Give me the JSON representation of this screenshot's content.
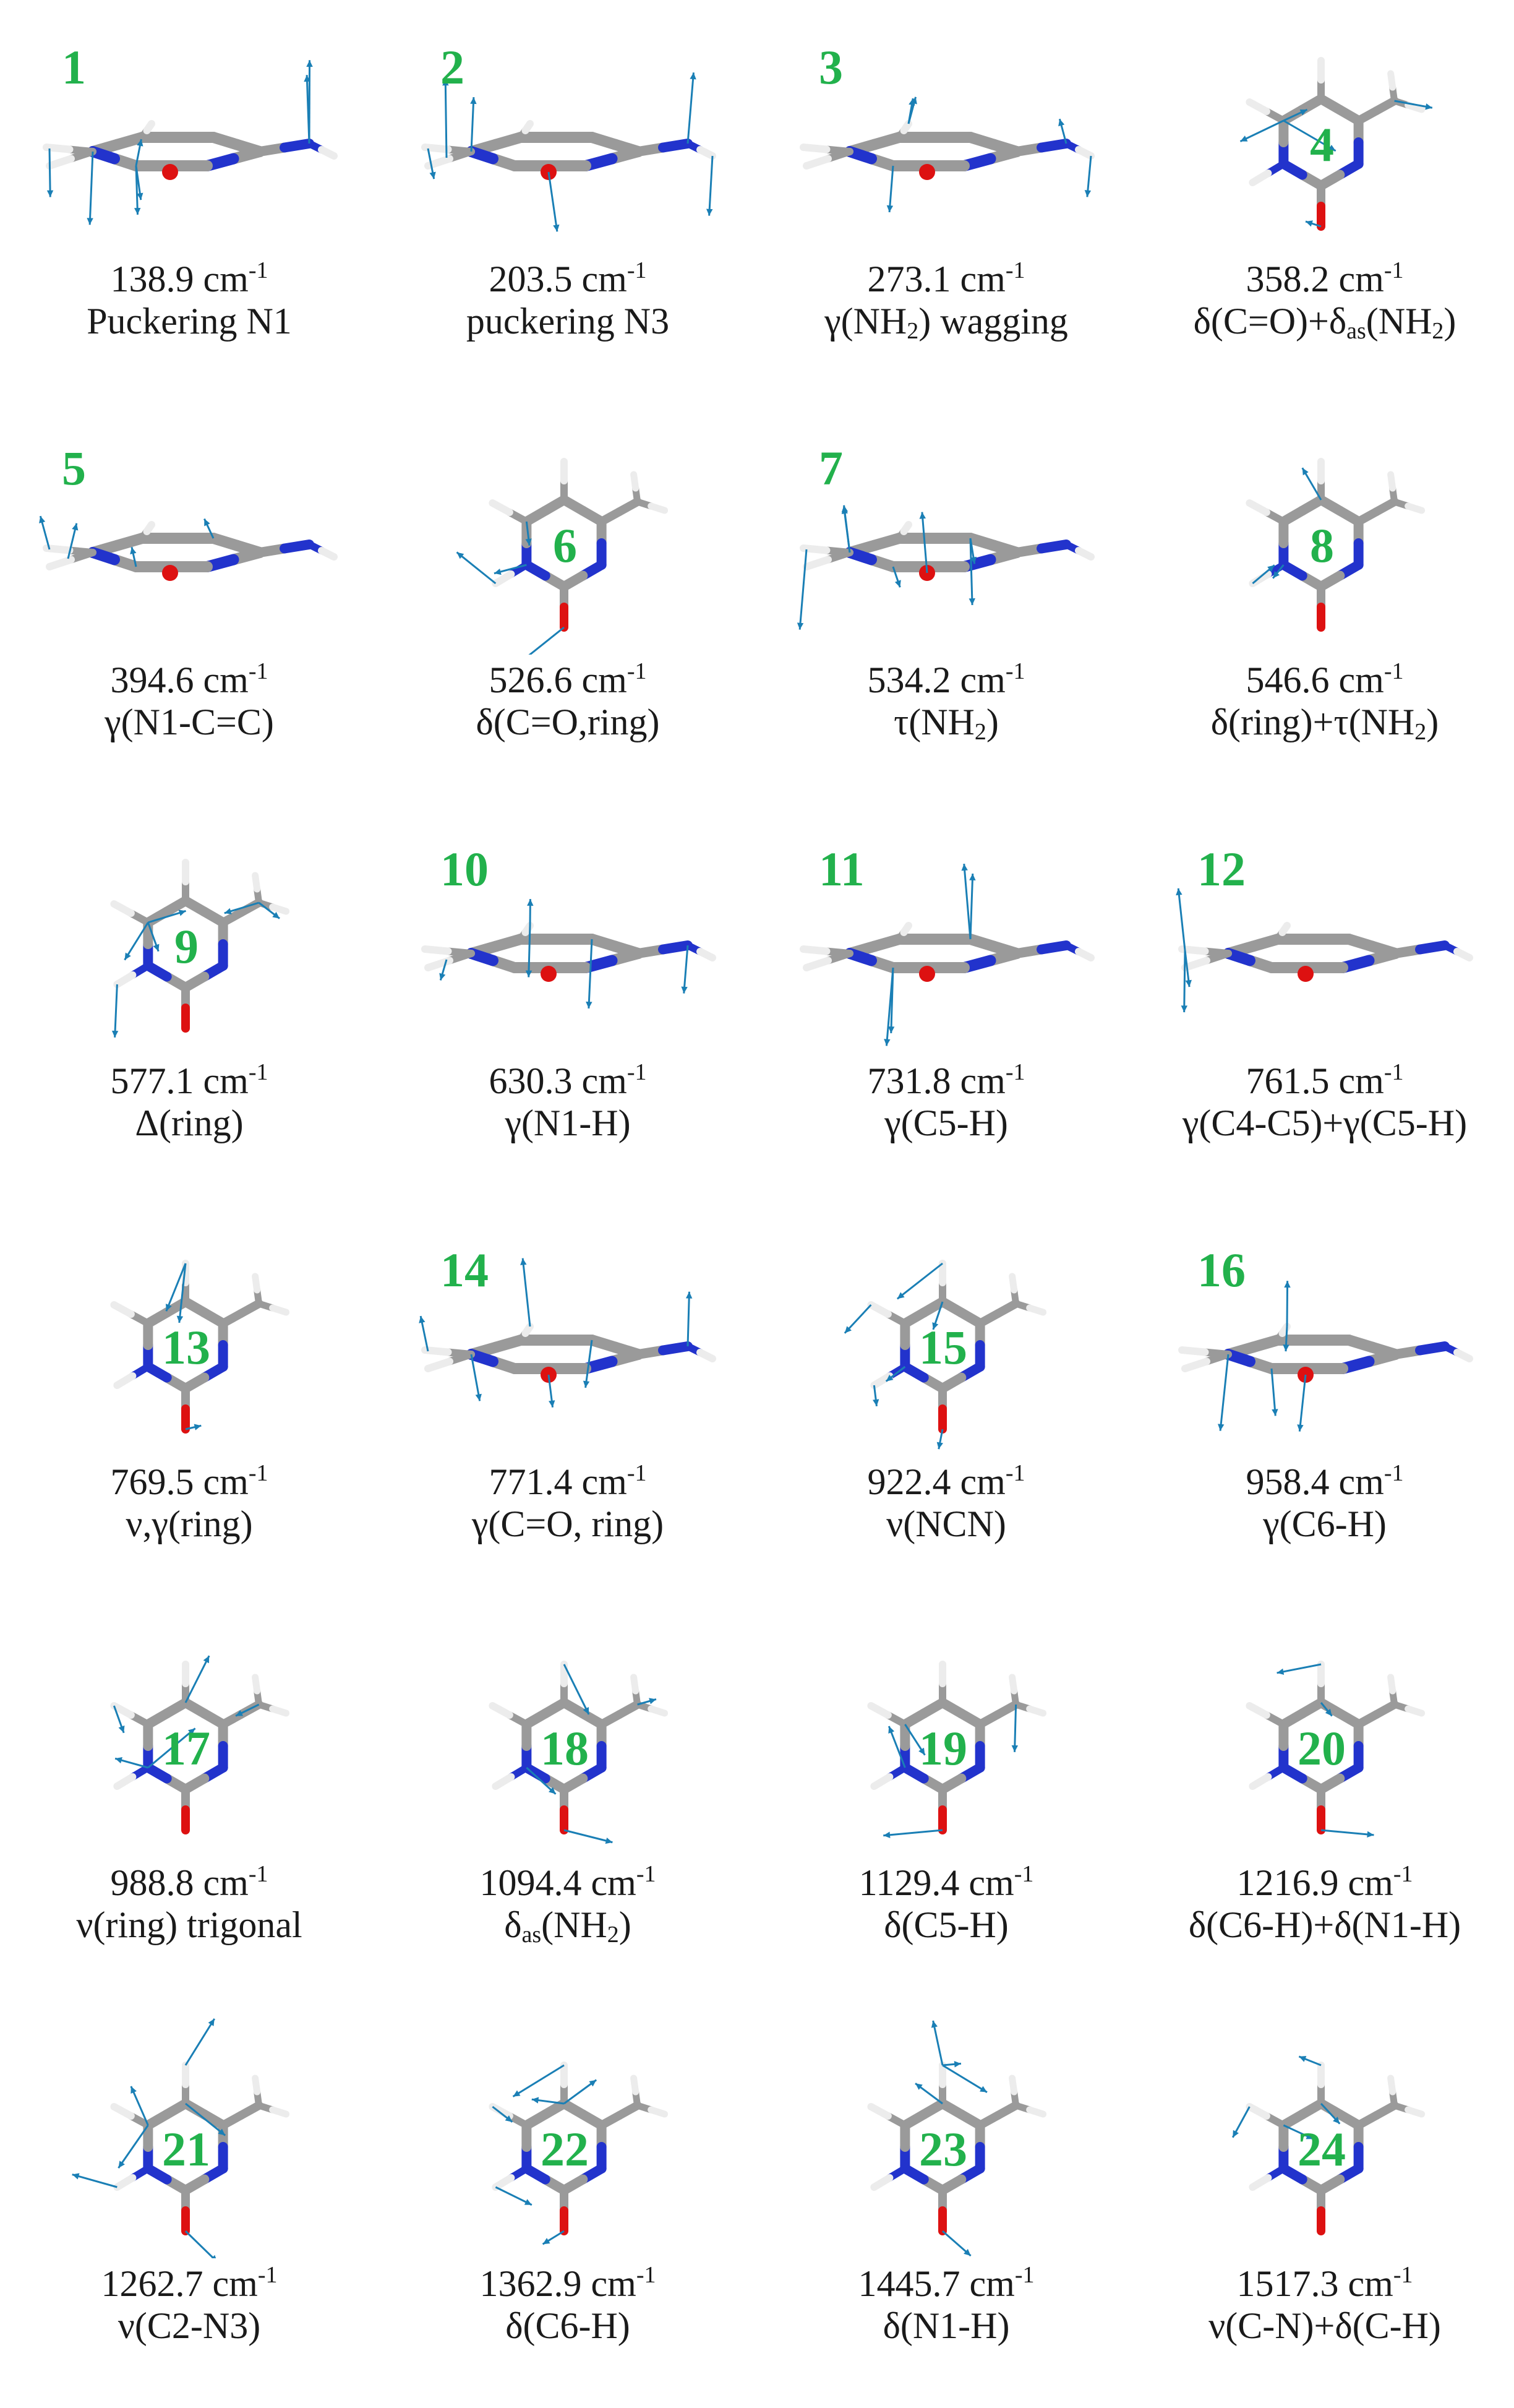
{
  "units": "cm",
  "unit_exp": "-1",
  "colors": {
    "number": "#22b14c",
    "arrow": "#1a7fb5",
    "carbon": "#9a9a9a",
    "nitrogen": "#2233cc",
    "oxygen": "#dd1111",
    "hydrogen": "#ececec"
  },
  "modes": [
    {
      "num": "1",
      "freq": "138.9",
      "view": "side",
      "label": [
        {
          "t": "Puckering N1"
        }
      ]
    },
    {
      "num": "2",
      "freq": "203.5",
      "view": "side",
      "label": [
        {
          "t": "puckering N3"
        }
      ]
    },
    {
      "num": "3",
      "freq": "273.1",
      "view": "side",
      "label": [
        {
          "t": "γ(NH"
        },
        {
          "t": "2",
          "sub": true
        },
        {
          "t": ") wagging"
        }
      ]
    },
    {
      "num": "4",
      "freq": "358.2",
      "view": "top",
      "label": [
        {
          "t": "δ(C=O)+δ"
        },
        {
          "t": "as",
          "sub": true
        },
        {
          "t": "(NH"
        },
        {
          "t": "2",
          "sub": true
        },
        {
          "t": ")"
        }
      ]
    },
    {
      "num": "5",
      "freq": "394.6",
      "view": "side",
      "label": [
        {
          "t": "γ(N1-C=C)"
        }
      ]
    },
    {
      "num": "6",
      "freq": "526.6",
      "view": "top",
      "label": [
        {
          "t": "δ(C=O,ring)"
        }
      ]
    },
    {
      "num": "7",
      "freq": "534.2",
      "view": "side",
      "label": [
        {
          "t": "τ(NH"
        },
        {
          "t": "2",
          "sub": true
        },
        {
          "t": ")"
        }
      ]
    },
    {
      "num": "8",
      "freq": "546.6",
      "view": "top",
      "label": [
        {
          "t": "δ(ring)+τ(NH"
        },
        {
          "t": "2",
          "sub": true
        },
        {
          "t": ")"
        }
      ]
    },
    {
      "num": "9",
      "freq": "577.1",
      "view": "top",
      "label": [
        {
          "t": "Δ(ring)"
        }
      ]
    },
    {
      "num": "10",
      "freq": "630.3",
      "view": "side",
      "label": [
        {
          "t": "γ(N1-H)"
        }
      ]
    },
    {
      "num": "11",
      "freq": "731.8",
      "view": "side",
      "label": [
        {
          "t": "γ(C5-H)"
        }
      ]
    },
    {
      "num": "12",
      "freq": "761.5",
      "view": "side",
      "label": [
        {
          "t": "γ(C4-C5)+γ(C5-H)"
        }
      ]
    },
    {
      "num": "13",
      "freq": "769.5",
      "view": "top",
      "label": [
        {
          "t": "ν,γ(ring)"
        }
      ]
    },
    {
      "num": "14",
      "freq": "771.4",
      "view": "side",
      "label": [
        {
          "t": "γ(C=O, ring)"
        }
      ]
    },
    {
      "num": "15",
      "freq": "922.4",
      "view": "top",
      "label": [
        {
          "t": "ν(NCN)"
        }
      ]
    },
    {
      "num": "16",
      "freq": "958.4",
      "view": "side",
      "label": [
        {
          "t": "γ(C6-H)"
        }
      ]
    },
    {
      "num": "17",
      "freq": "988.8",
      "view": "top",
      "label": [
        {
          "t": "ν(ring) trigonal"
        }
      ]
    },
    {
      "num": "18",
      "freq": "1094.4",
      "view": "top",
      "label": [
        {
          "t": "δ"
        },
        {
          "t": "as",
          "sub": true
        },
        {
          "t": "(NH"
        },
        {
          "t": "2",
          "sub": true
        },
        {
          "t": ")"
        }
      ]
    },
    {
      "num": "19",
      "freq": "1129.4",
      "view": "top",
      "label": [
        {
          "t": "δ(C5-H)"
        }
      ]
    },
    {
      "num": "20",
      "freq": "1216.9",
      "view": "top",
      "label": [
        {
          "t": "δ(C6-H)+δ(N1-H)"
        }
      ]
    },
    {
      "num": "21",
      "freq": "1262.7",
      "view": "top",
      "label": [
        {
          "t": "ν(C2-N3)"
        }
      ]
    },
    {
      "num": "22",
      "freq": "1362.9",
      "view": "top",
      "label": [
        {
          "t": "δ(C6-H)"
        }
      ]
    },
    {
      "num": "23",
      "freq": "1445.7",
      "view": "top",
      "label": [
        {
          "t": "δ(N1-H)"
        }
      ]
    },
    {
      "num": "24",
      "freq": "1517.3",
      "view": "top",
      "label": [
        {
          "t": "ν(C-N)+δ(C-H)"
        }
      ]
    }
  ]
}
